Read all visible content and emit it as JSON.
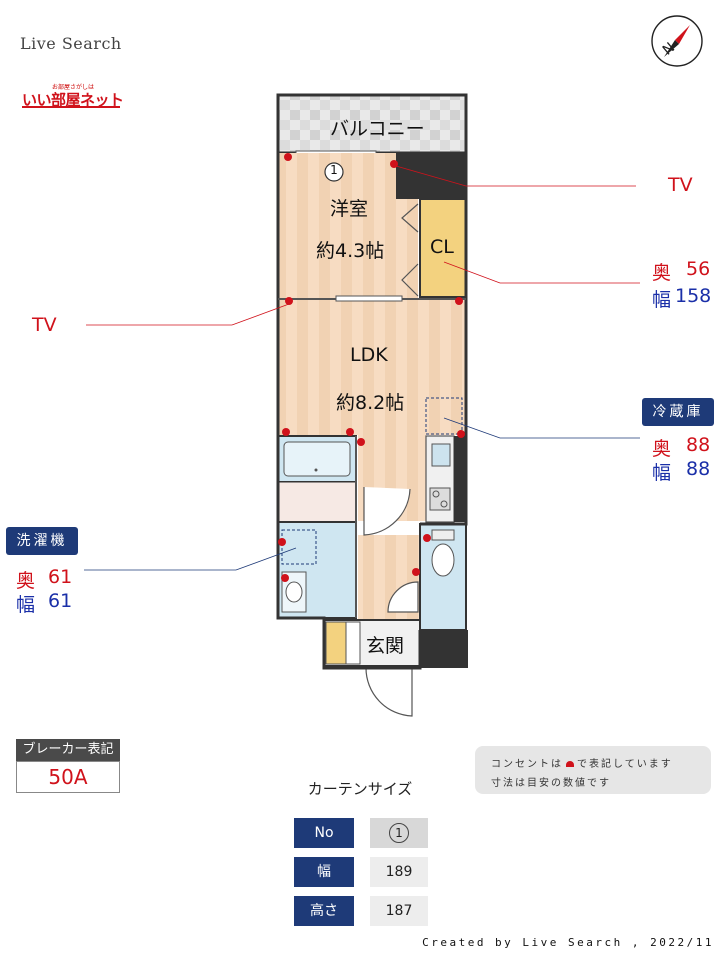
{
  "brand": "Live Search",
  "logo": {
    "small_text": "お部屋さがしは",
    "main_text": "いい部屋ネット"
  },
  "compass": {
    "letter": "N"
  },
  "rooms": {
    "balcony": "バルコニー",
    "western_room_name": "洋室",
    "western_room_size": "約4.3帖",
    "closet": "CL",
    "ldk_name": "LDK",
    "ldk_size": "約8.2帖",
    "entrance": "玄関",
    "curtain_marker": "1"
  },
  "callouts": {
    "tv_top": "TV",
    "tv_left": "TV",
    "cl_depth_label": "奥",
    "cl_depth_value": "56",
    "cl_width_label": "幅",
    "cl_width_value": "158",
    "fridge_tag": "冷蔵庫",
    "fridge_depth_label": "奥",
    "fridge_depth_value": "88",
    "fridge_width_label": "幅",
    "fridge_width_value": "88",
    "washer_tag": "洗濯機",
    "washer_depth_label": "奥",
    "washer_depth_value": "61",
    "washer_width_label": "幅",
    "washer_width_value": "61"
  },
  "breaker": {
    "label": "ブレーカー表記",
    "value": "50A"
  },
  "notes": {
    "line1_prefix": "コンセントは",
    "line1_suffix": "で表記しています",
    "line2": "寸法は目安の数値です"
  },
  "curtain": {
    "title": "カーテンサイズ",
    "rows": [
      {
        "label": "No",
        "value": "1"
      },
      {
        "label": "幅",
        "value": "189"
      },
      {
        "label": "高さ",
        "value": "187"
      }
    ]
  },
  "footer": "Created by Live Search , 2022/11",
  "colors": {
    "red": "#d0121b",
    "blue_text": "#1a2fa8",
    "navy": "#1e3a78",
    "outlet": "#d0121b"
  }
}
